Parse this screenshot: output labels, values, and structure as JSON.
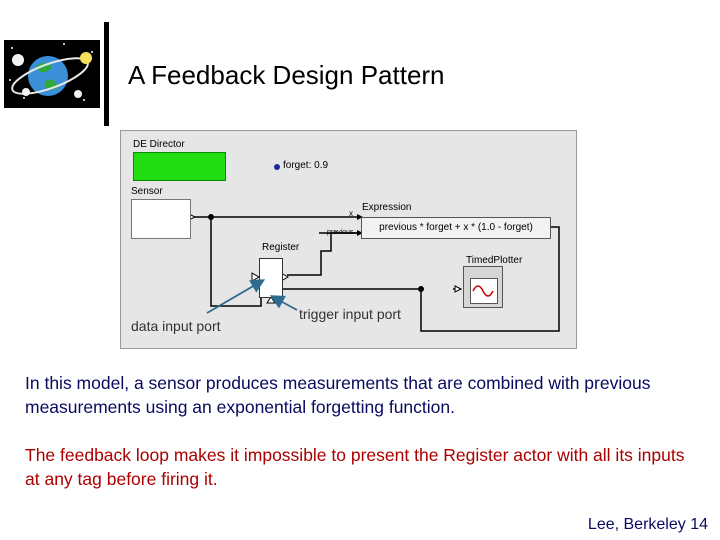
{
  "slide": {
    "title": "A Feedback Design Pattern",
    "paragraph1": "In this model, a sensor produces measurements that are combined with previous measurements using an exponential forgetting function.",
    "paragraph2": "The feedback loop makes it impossible to present the Register actor with all its inputs at any tag before firing it.",
    "footer": "Lee, Berkeley 14"
  },
  "diagram": {
    "director_label": "DE Director",
    "parameter": "forget: 0.9",
    "sensor_label": "Sensor",
    "expression_label": "Expression",
    "expression_text": "previous * forget + x * (1.0 - forget)",
    "port_x": "x",
    "port_previous": "previous",
    "register_label": "Register",
    "plotter_label": "TimedPlotter"
  },
  "callouts": {
    "data_port": "data input port",
    "trigger_port": "trigger input port"
  },
  "colors": {
    "title": "#000000",
    "paragraph1": "#0a0a60",
    "paragraph2": "#aa0000",
    "callout_arrow": "#2e6b8f",
    "director_fill": "#22dd11"
  },
  "icons": [
    "ptolemy-logo-icon",
    "sine-plot-icon"
  ]
}
